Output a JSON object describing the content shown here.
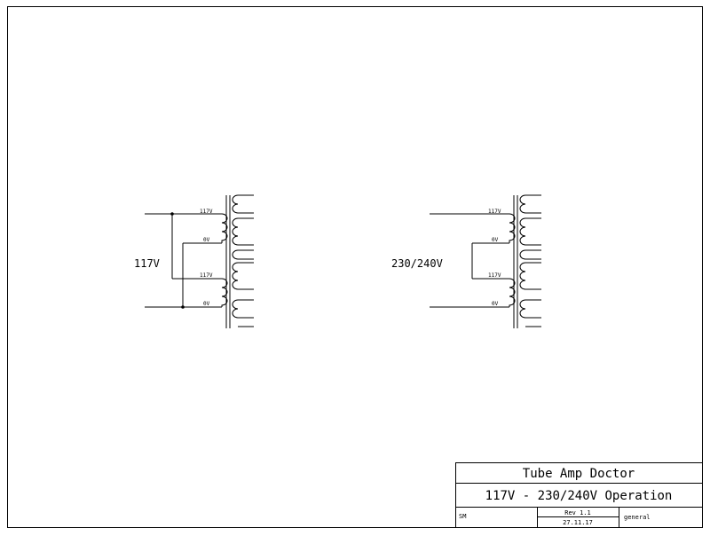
{
  "schematic": {
    "left": {
      "supply_label": "117V",
      "winding_a_top": "117V",
      "winding_a_bottom": "0V",
      "winding_b_top": "117V",
      "winding_b_bottom": "0V"
    },
    "right": {
      "supply_label": "230/240V",
      "winding_a_top": "117V",
      "winding_a_bottom": "0V",
      "winding_b_top": "117V",
      "winding_b_bottom": "0V"
    }
  },
  "title_block": {
    "company": "Tube Amp Doctor",
    "title": "117V - 230/240V Operation",
    "drawn_by": "SM",
    "revision": "Rev 1.1",
    "date": "27.11.17",
    "category": "general"
  }
}
